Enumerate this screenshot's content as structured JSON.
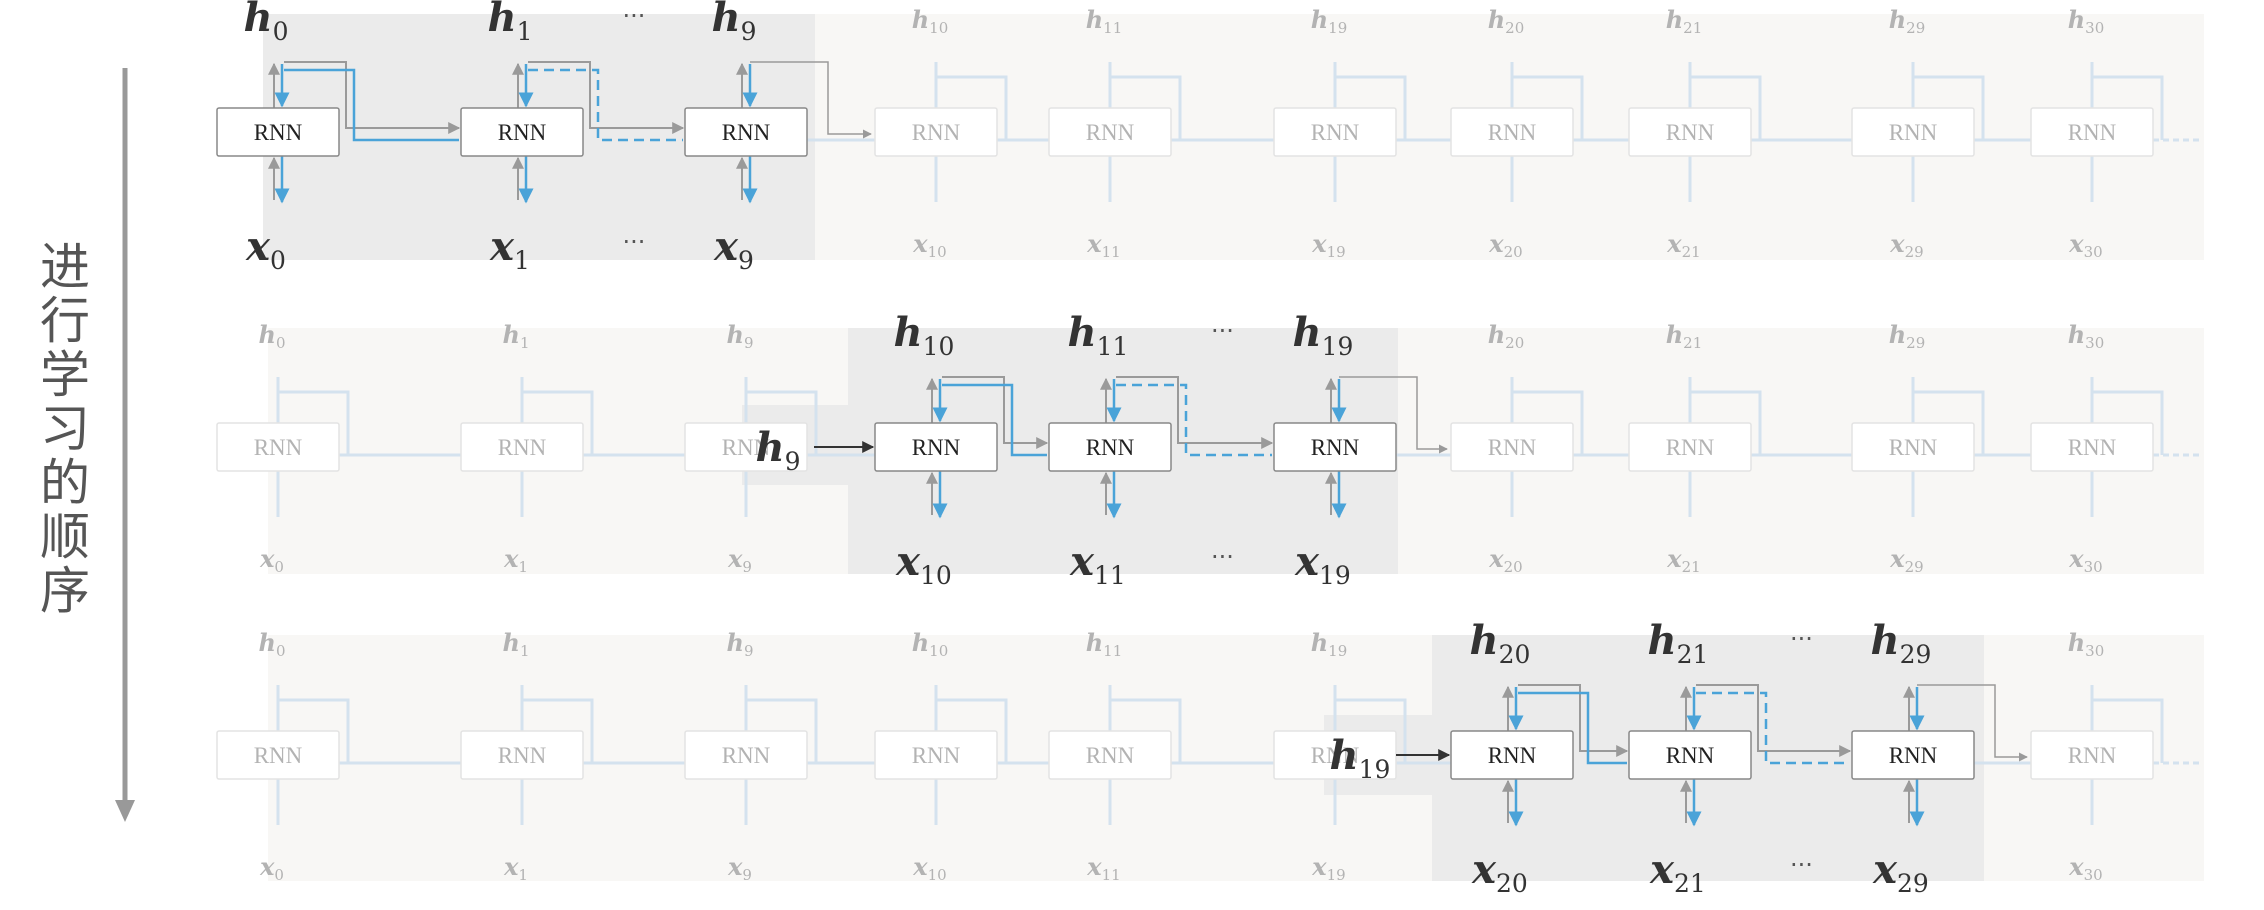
{
  "side_label": {
    "text": "进行学习的顺序"
  },
  "labels": {
    "rnn": "RNN",
    "ellipsis": "···",
    "h": "h",
    "x": "x",
    "steps": [
      "0",
      "1",
      "9",
      "10",
      "11",
      "19",
      "20",
      "21",
      "29",
      "30"
    ]
  },
  "rows": [
    {
      "name": "row-1",
      "active_steps": [
        "0",
        "1",
        "9"
      ],
      "prev_hidden": null,
      "cut_after": "9"
    },
    {
      "name": "row-2",
      "active_steps": [
        "10",
        "11",
        "19"
      ],
      "prev_hidden": "9",
      "cut_after": "19"
    },
    {
      "name": "row-3",
      "active_steps": [
        "20",
        "21",
        "29"
      ],
      "prev_hidden": "19",
      "cut_after": "29"
    }
  ],
  "colors": {
    "highlight_bg": "#ebebeb",
    "faded_bg": "#f8f7f5",
    "active_arrow": "#4aa3d8",
    "active_gray_arrow": "#9a9a9a",
    "faded_line": "#d4e2ee",
    "text_active": "#333333",
    "text_faded": "#b3b3b3",
    "side_arrow": "#999999"
  }
}
